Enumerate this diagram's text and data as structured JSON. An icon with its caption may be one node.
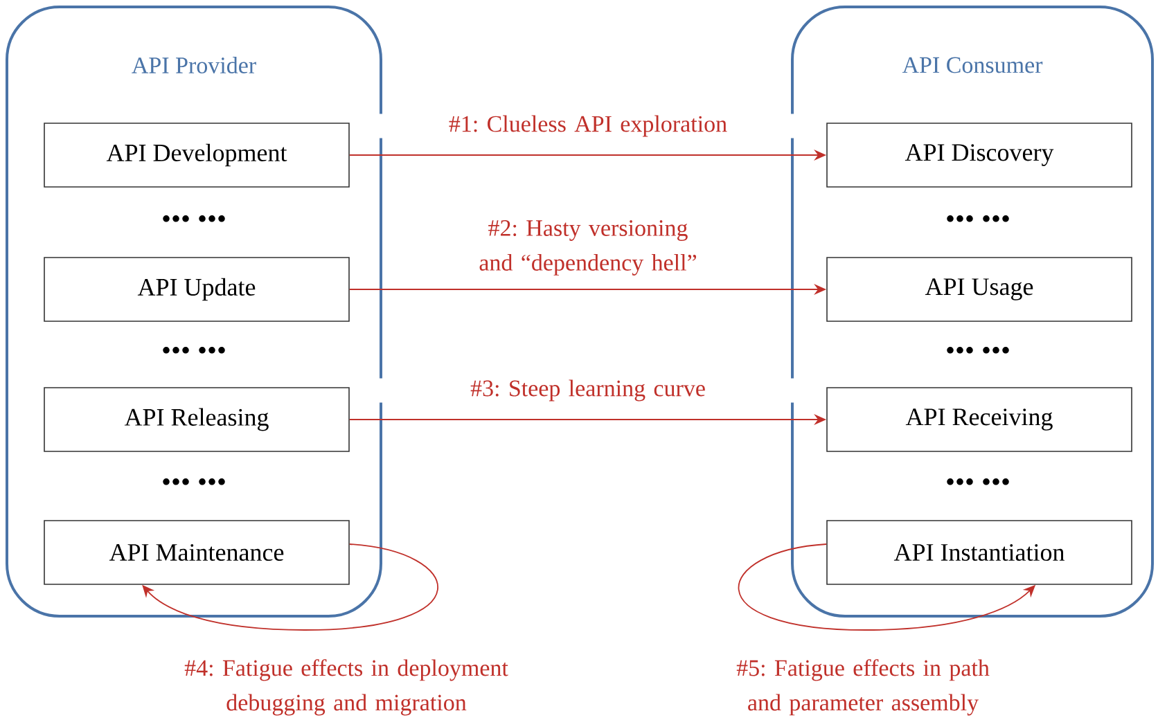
{
  "diagram": {
    "nodes": [
      {
        "text": [
          "API Provider"
        ]
      },
      {
        "text": [
          "API Development"
        ],
        "in": 0
      },
      {
        "text": [
          "API Update"
        ],
        "in": 0
      },
      {
        "text": [
          "API Releasing"
        ],
        "in": 0
      },
      {
        "text": [
          "API Maintenance"
        ],
        "in": 0
      },
      {
        "text": [
          "API Consumer"
        ]
      },
      {
        "text": [
          "API Discovery"
        ],
        "in": 5
      },
      {
        "text": [
          "API Usage"
        ],
        "in": 5
      },
      {
        "text": [
          "API Receiving"
        ],
        "in": 5
      },
      {
        "text": [
          "API Instantiation"
        ],
        "in": 5
      }
    ],
    "edges": [
      {
        "from": 1,
        "to": 6,
        "arrow": "to",
        "label": "#1: Clueless API exploration"
      },
      {
        "from": 2,
        "to": 7,
        "arrow": "to",
        "label": "#2: Hasty versioning and “dependency hell”"
      },
      {
        "from": 3,
        "to": 8,
        "arrow": "to",
        "label": "#3: Steep learning curve"
      },
      {
        "from": 4,
        "to": 4,
        "arrow": "to",
        "label": "#4: Fatigue effects in deployment debugging and migration"
      },
      {
        "from": 9,
        "to": 9,
        "arrow": "to",
        "label": "#5: Fatigue effects in path and parameter assembly"
      }
    ],
    "labels": [
      "••• •••",
      "••• •••",
      "••• •••",
      "••• •••",
      "••• •••",
      "••• •••"
    ]
  }
}
